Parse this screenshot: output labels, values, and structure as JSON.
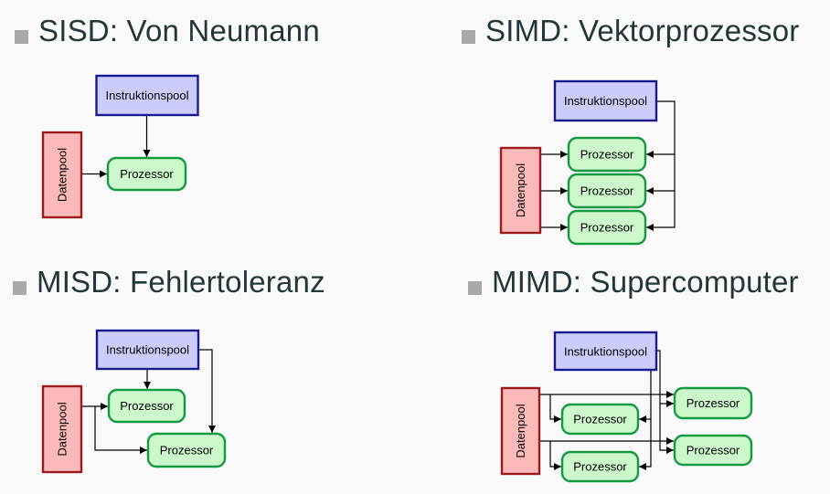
{
  "slide": {
    "background": "#fafafa"
  },
  "palette": {
    "heading_text": "#23373b",
    "bullet": "#a9a9a9",
    "instruction_fill": "#ccccfa",
    "instruction_border": "#1a1a8f",
    "data_fill": "#fbb9b9",
    "data_border": "#9a1c1c",
    "processor_fill": "#ccf8cc",
    "processor_border": "#149a43",
    "wire": "#000000"
  },
  "sections": {
    "sisd": {
      "title": "SISD: Von Neumann"
    },
    "simd": {
      "title": "SIMD: Vektorprozessor"
    },
    "misd": {
      "title": "MISD: Fehlertoleranz"
    },
    "mimd": {
      "title": "MIMD: Supercomputer"
    }
  },
  "labels": {
    "instruction_pool": "Instruktionspool",
    "data_pool": "Datenpool",
    "processor": "Prozessor"
  }
}
